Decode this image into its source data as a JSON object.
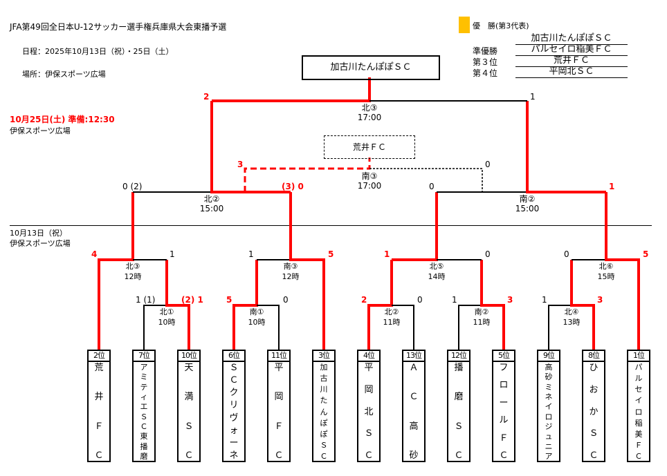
{
  "header": {
    "title": "JFA第49回全日本U-12サッカー選手権兵庫県大会東播予選",
    "schedule": "日程：2025年10月13日（祝）・25日（土）",
    "venue": "場所：伊保スポーツ広場"
  },
  "results": {
    "legend_color": "#ffc000",
    "champion_label": "優　勝(第3代表)",
    "champion": "加古川たんぽぽＳＣ",
    "runner_up_label": "準優勝",
    "runner_up": "パルセイロ稲美ＦＣ",
    "third_label": "第３位",
    "third": "荒井ＦＣ",
    "fourth_label": "第４位",
    "fourth": "平岡北ＳＣ"
  },
  "day2": {
    "date_line": "10月25日(土) 準備:12:30",
    "venue": "伊保スポーツ広場"
  },
  "day1": {
    "date_line": "10月13日（祝）",
    "venue": "伊保スポーツ広場"
  },
  "final": {
    "winner": "加古川たんぽぽＳＣ",
    "match_label": "北③",
    "time": "17:00",
    "score_left": "2",
    "score_right": "1"
  },
  "third_place": {
    "winner": "荒井ＦＣ",
    "match_label": "南③",
    "time": "17:00",
    "score_left": "3",
    "score_right": "0"
  },
  "semis": [
    {
      "match_label": "北②",
      "time": "15:00",
      "score_left": "0 (2)",
      "score_right": "(3) 0"
    },
    {
      "match_label": "南②",
      "time": "15:00",
      "score_left": "0",
      "score_right": "1"
    }
  ],
  "round2": [
    {
      "match_label": "北③",
      "time": "12時",
      "score_left": "4",
      "score_right": "1"
    },
    {
      "match_label": "南③",
      "time": "12時",
      "score_left": "1",
      "score_right": "5"
    },
    {
      "match_label": "北⑤",
      "time": "14時",
      "score_left": "1",
      "score_right": "0"
    },
    {
      "match_label": "北⑥",
      "time": "15時",
      "score_left": "0",
      "score_right": "5"
    }
  ],
  "round1": [
    {
      "match_label": "北①",
      "time": "10時",
      "score_left": "1 (1)",
      "score_right": "(2) 1"
    },
    {
      "match_label": "南①",
      "time": "10時",
      "score_left": "5",
      "score_right": "0"
    },
    {
      "match_label": "北②",
      "time": "11時",
      "score_left": "2",
      "score_right": "0"
    },
    {
      "match_label": "南②",
      "time": "11時",
      "score_left": "1",
      "score_right": "3"
    },
    {
      "match_label": "北④",
      "time": "13時",
      "score_left": "1",
      "score_right": "3"
    }
  ],
  "teams": [
    {
      "rank": "2位",
      "name": [
        "荒",
        "井",
        "Ｆ",
        "Ｃ"
      ]
    },
    {
      "rank": "7位",
      "name": [
        "ア",
        "ミ",
        "テ",
        "ィ",
        "エ",
        "Ｓ",
        "Ｃ",
        "東",
        "播",
        "磨"
      ]
    },
    {
      "rank": "10位",
      "name": [
        "天",
        "満",
        "Ｓ",
        "Ｃ"
      ]
    },
    {
      "rank": "6位",
      "name": [
        "Ｓ",
        "Ｃ",
        "ク",
        "リ",
        "ヴ",
        "ォ",
        "ー",
        "ネ"
      ]
    },
    {
      "rank": "11位",
      "name": [
        "平",
        "岡",
        "Ｆ",
        "Ｃ"
      ]
    },
    {
      "rank": "3位",
      "name": [
        "加",
        "古",
        "川",
        "た",
        "ん",
        "ぽ",
        "ぽ",
        "Ｓ",
        "Ｃ"
      ]
    },
    {
      "rank": "4位",
      "name": [
        "平",
        "岡",
        "北",
        "Ｓ",
        "Ｃ"
      ]
    },
    {
      "rank": "13位",
      "name": [
        "Ａ",
        "Ｃ",
        "高",
        "砂"
      ]
    },
    {
      "rank": "12位",
      "name": [
        "播",
        "磨",
        "Ｓ",
        "Ｃ"
      ]
    },
    {
      "rank": "5位",
      "name": [
        "フ",
        "ロ",
        "ー",
        "ル",
        "Ｆ",
        "Ｃ"
      ]
    },
    {
      "rank": "9位",
      "name": [
        "高",
        "砂",
        "ミ",
        "ネ",
        "イ",
        "ロ",
        "ジ",
        "ュ",
        "ニ",
        "ア"
      ]
    },
    {
      "rank": "8位",
      "name": [
        "ひ",
        "お",
        "か",
        "Ｓ",
        "Ｃ"
      ]
    },
    {
      "rank": "1位",
      "name": [
        "パ",
        "ル",
        "セ",
        "イ",
        "ロ",
        "稲",
        "美",
        "Ｆ",
        "Ｃ"
      ]
    }
  ],
  "colors": {
    "winner_line": "#ff0000",
    "normal_line": "#000000"
  }
}
